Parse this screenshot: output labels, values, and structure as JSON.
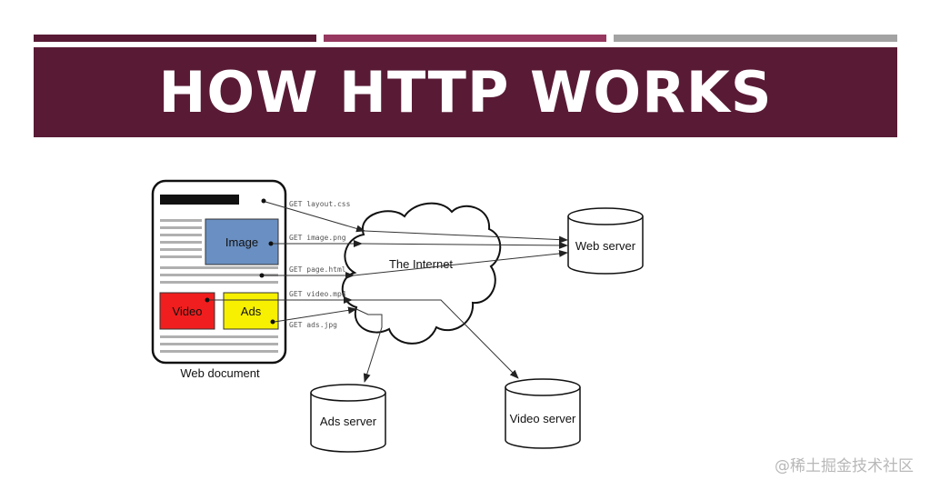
{
  "header": {
    "title": "HOW HTTP WORKS",
    "stripe_colors": [
      "#591a35",
      "#96385f",
      "#a3a3a3"
    ],
    "banner_color": "#591a35"
  },
  "diagram": {
    "web_document": {
      "label": "Web document",
      "image_label": "Image",
      "video_label": "Video",
      "ads_label": "Ads",
      "image_color": "#6a8fc2",
      "video_color": "#f01e1e",
      "ads_color": "#f7f000"
    },
    "internet_label": "The Internet",
    "servers": {
      "web": "Web server",
      "ads": "Ads server",
      "video": "Video server"
    },
    "requests": {
      "layout": "GET layout.css",
      "image": "GET image.png",
      "page": "GET page.html",
      "video": "GET video.mp4",
      "ads": "GET ads.jpg"
    }
  },
  "watermark": "@稀土掘金技术社区"
}
